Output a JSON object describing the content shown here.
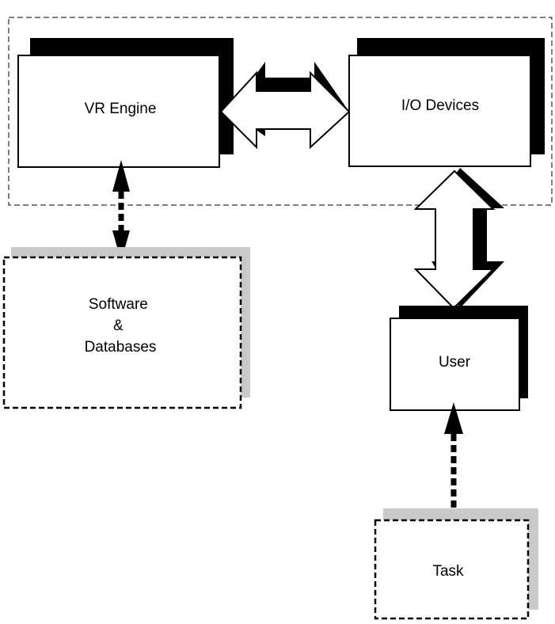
{
  "diagram": {
    "nodes": {
      "vr_engine": {
        "label": "VR Engine"
      },
      "io_devices": {
        "label": "I/O Devices"
      },
      "software": {
        "lines": [
          "Software",
          "&",
          "Databases"
        ]
      },
      "user": {
        "label": "User"
      },
      "task": {
        "label": "Task"
      }
    },
    "colors": {
      "line": "#000000",
      "shadow_solid": "#000000",
      "shadow_soft": "#c9c9c9",
      "background": "#ffffff"
    }
  }
}
